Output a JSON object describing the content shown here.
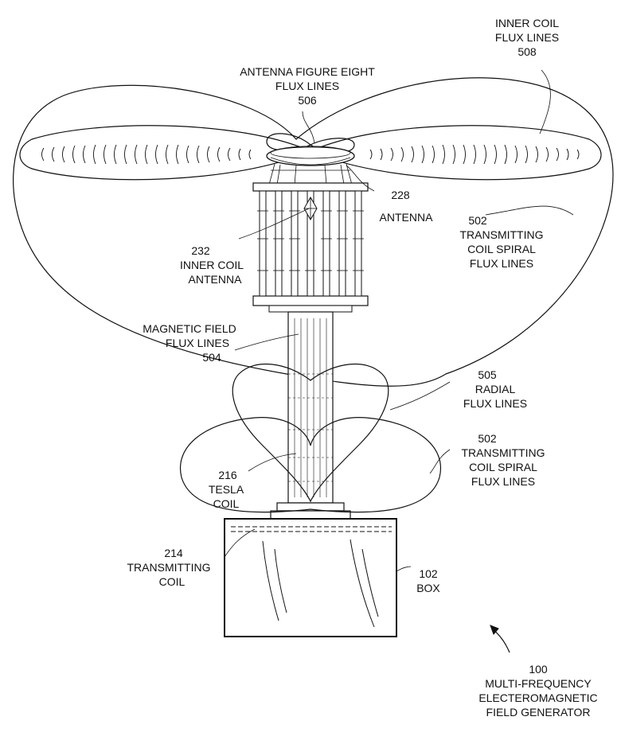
{
  "labels": {
    "inner_coil_flux": {
      "line1": "INNER COIL",
      "line2": "FLUX LINES",
      "ref": "508"
    },
    "antenna_figure_eight": {
      "line1": "ANTENNA FIGURE EIGHT",
      "line2": "FLUX LINES",
      "ref": "506"
    },
    "antenna": {
      "ref": "228",
      "line1": "ANTENNA"
    },
    "inner_coil_antenna": {
      "ref": "232",
      "line1": "INNER COIL",
      "line2": "ANTENNA"
    },
    "transmitting_coil_spiral_upper": {
      "ref": "502",
      "line1": "TRANSMITTING",
      "line2": "COIL SPIRAL",
      "line3": "FLUX LINES"
    },
    "magnetic_field_flux": {
      "line1": "MAGNETIC FIELD",
      "line2": "FLUX LINES",
      "ref": "504"
    },
    "radial_flux": {
      "ref": "505",
      "line1": "RADIAL",
      "line2": "FLUX LINES"
    },
    "transmitting_coil_spiral_lower": {
      "ref": "502",
      "line1": "TRANSMITTING",
      "line2": "COIL SPIRAL",
      "line3": "FLUX LINES"
    },
    "tesla_coil": {
      "ref": "216",
      "line1": "TESLA",
      "line2": "COIL"
    },
    "transmitting_coil": {
      "ref": "214",
      "line1": "TRANSMITTING",
      "line2": "COIL"
    },
    "box": {
      "ref": "102",
      "line1": "BOX"
    },
    "generator": {
      "ref": "100",
      "line1": "MULTI-FREQUENCY",
      "line2": "ELECTEROMAGNETIC",
      "line3": "FIELD GENERATOR"
    }
  }
}
